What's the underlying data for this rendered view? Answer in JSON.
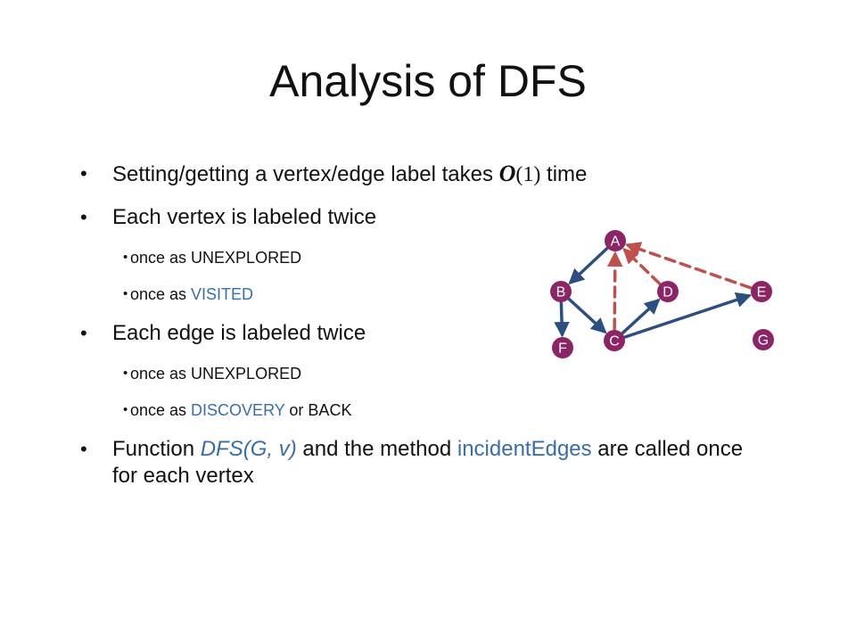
{
  "slide": {
    "title": "Analysis of DFS",
    "bullets": {
      "b1": {
        "pre": "Setting/getting a vertex/edge label takes ",
        "o": "O",
        "paren": "(1)",
        "post": " time"
      },
      "b2": {
        "text": "Each vertex is labeled twice"
      },
      "b2a": {
        "text": "once as UNEXPLORED"
      },
      "b2b": {
        "pre": "once as ",
        "hl": "VISITED"
      },
      "b3": {
        "text": "Each edge is labeled twice"
      },
      "b3a": {
        "text": "once as UNEXPLORED"
      },
      "b3b": {
        "pre": "once as ",
        "hl": "DISCOVERY",
        "post": " or BACK"
      },
      "b4": {
        "pre": "Function ",
        "hl1": "DFS(G, v)",
        "mid": " and the method ",
        "hl2": "incidentEdges",
        "post": " are called once for each vertex"
      }
    }
  },
  "graph": {
    "colors": {
      "node": "#8b2565",
      "discovery": "#2c4f7f",
      "back": "#c0504d"
    },
    "nodes": [
      {
        "id": "A",
        "label": "A"
      },
      {
        "id": "B",
        "label": "B"
      },
      {
        "id": "D",
        "label": "D"
      },
      {
        "id": "E",
        "label": "E"
      },
      {
        "id": "F",
        "label": "F"
      },
      {
        "id": "C",
        "label": "C"
      },
      {
        "id": "G",
        "label": "G"
      }
    ],
    "edges": [
      {
        "from": "A",
        "to": "B",
        "type": "discovery"
      },
      {
        "from": "B",
        "to": "F",
        "type": "discovery"
      },
      {
        "from": "B",
        "to": "C",
        "type": "discovery"
      },
      {
        "from": "C",
        "to": "D",
        "type": "discovery"
      },
      {
        "from": "C",
        "to": "E",
        "type": "discovery"
      },
      {
        "from": "C",
        "to": "A",
        "type": "back"
      },
      {
        "from": "D",
        "to": "A",
        "type": "back"
      },
      {
        "from": "E",
        "to": "A",
        "type": "back"
      }
    ]
  }
}
